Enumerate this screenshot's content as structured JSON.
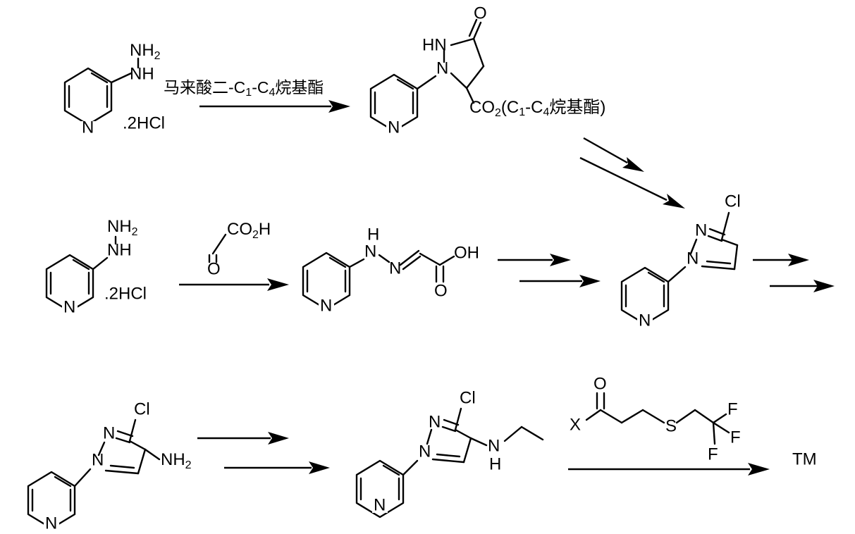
{
  "labels": {
    "nh2": "NH",
    "nh2_sub": "2",
    "nh": "NH",
    "n": "N",
    "hn": "HN",
    "h": "H",
    "o": "O",
    "oh": "OH",
    "cl": "Cl",
    "x": "X",
    "s": "S",
    "f": "F",
    "salt": ".2HCl",
    "co2": "CO",
    "co2_sub": "2",
    "co2h_h": "H",
    "ester_open": "(C",
    "ester_sub1": "1",
    "ester_mid": "-C",
    "ester_sub2": "4",
    "ester_close": "烷基酯)",
    "tm": "TM"
  },
  "reagents": {
    "step1_a": "马来酸二-C",
    "step1_sub1": "1",
    "step1_b": "-C",
    "step1_sub2": "4",
    "step1_c": "烷基酯"
  }
}
